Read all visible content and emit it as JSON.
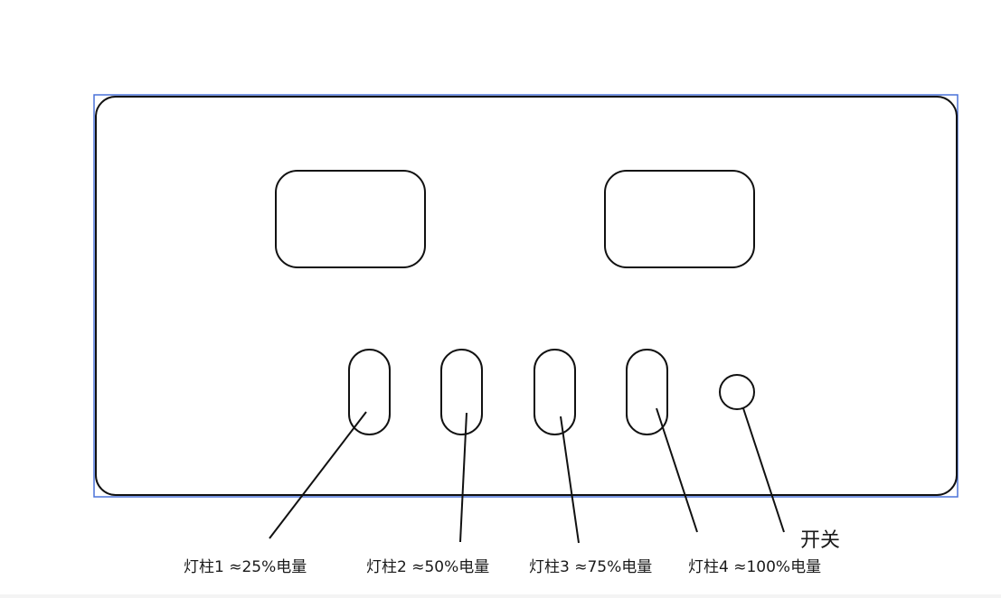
{
  "diagram": {
    "selection_color": "#4a72d9",
    "stroke_color": "#111111",
    "labels": {
      "bar1": "灯柱1 ≈25%电量",
      "bar2": "灯柱2 ≈50%电量",
      "bar3": "灯柱3 ≈75%电量",
      "bar4": "灯柱4 ≈100%电量",
      "switch": "开关"
    }
  }
}
